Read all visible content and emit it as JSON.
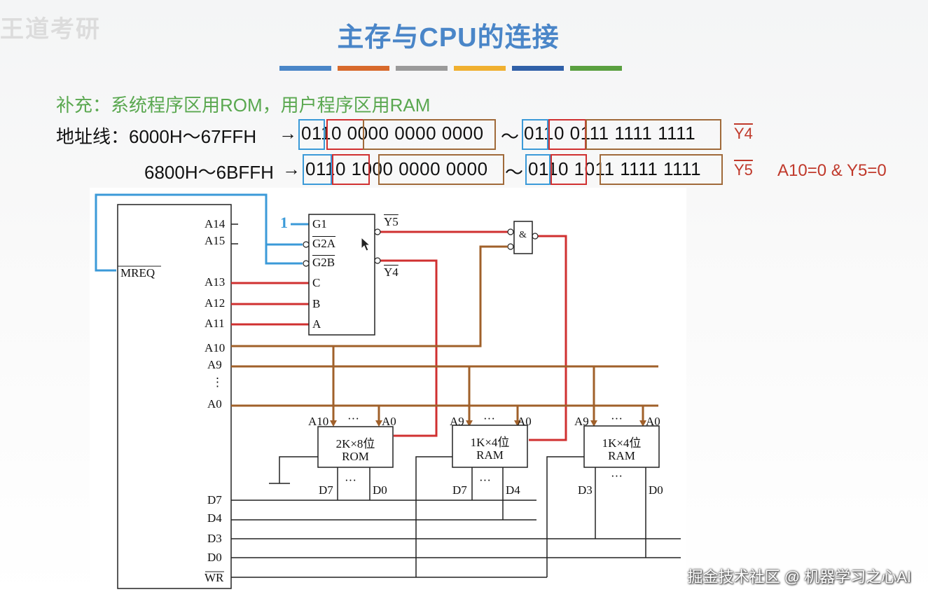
{
  "slide": {
    "title": "主存与CPU的连接",
    "logo": "王道考研",
    "bar_colors": [
      "#4a86c8",
      "#d86a2c",
      "#9a9a9a",
      "#f0b030",
      "#3060a8",
      "#5aa040"
    ],
    "supplement": "补充：系统程序区用ROM，用户程序区用RAM",
    "addr_label": "地址线：",
    "row1": {
      "range": "6000H～67FFH",
      "arrow": "→",
      "start_bits": "0110 0000 0000 0000",
      "tilde": "～",
      "end_bits": "0110 0111 1111 1111",
      "sel": "Y4"
    },
    "row2": {
      "range": "6800H～6BFFH",
      "arrow": "→",
      "start_bits": "0110 1000 0000 0000",
      "tilde": "～",
      "end_bits": "0110 1011 1111 1111",
      "sel": "Y5"
    },
    "condition": "A10=0 & Y5=0",
    "watermark": "掘金技术社区 @ 机器学习之心AI",
    "accent_colors": {
      "blue": "#3b9ad8",
      "red": "#d03030",
      "brown": "#a0602a"
    }
  },
  "diagram": {
    "cpu_pins": [
      "A14",
      "A15",
      "MREQ",
      "A13",
      "A12",
      "A11",
      "A10",
      "A9",
      "⋮",
      "A0",
      "D7",
      "D4",
      "D3",
      "D0",
      "WR"
    ],
    "decoder_pins": [
      "G1",
      "G2A",
      "G2B",
      "C",
      "B",
      "A",
      "Y5",
      "Y4"
    ],
    "g1_value": "1",
    "and_gate": "&",
    "chips": [
      {
        "name": "2K×8位",
        "type": "ROM",
        "addr_hi": "A10",
        "addr_lo": "A0",
        "data_hi": "D7",
        "data_lo": "D0"
      },
      {
        "name": "1K×4位",
        "type": "RAM",
        "addr_hi": "A9",
        "addr_lo": "A0",
        "data_hi": "D7",
        "data_lo": "D4"
      },
      {
        "name": "1K×4位",
        "type": "RAM",
        "addr_hi": "A9",
        "addr_lo": "A0",
        "data_hi": "D3",
        "data_lo": "D0"
      }
    ],
    "dots": "···"
  }
}
